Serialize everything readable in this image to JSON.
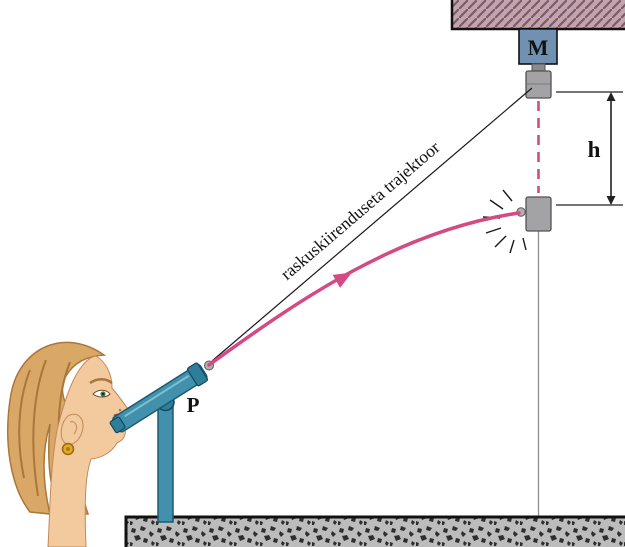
{
  "diagram": {
    "labels": {
      "mass": "M",
      "height": "h",
      "launch_point": "P",
      "no_gravity_trajectory": "raskuskiirenduseta trajektoor"
    },
    "colors": {
      "trajectory_pink": "#d34b82",
      "tube_teal": "#4191ac",
      "tube_teal_dark": "#2f7e99",
      "mass_box_blue": "#7191b2",
      "ceiling_mauve": "#c3a4ae",
      "cylinder_gray": "#a3a3a5",
      "hair_brown": "#d9a867",
      "skin_tone": "#f3c99e",
      "ground_gray": "#bcbcbc"
    }
  }
}
